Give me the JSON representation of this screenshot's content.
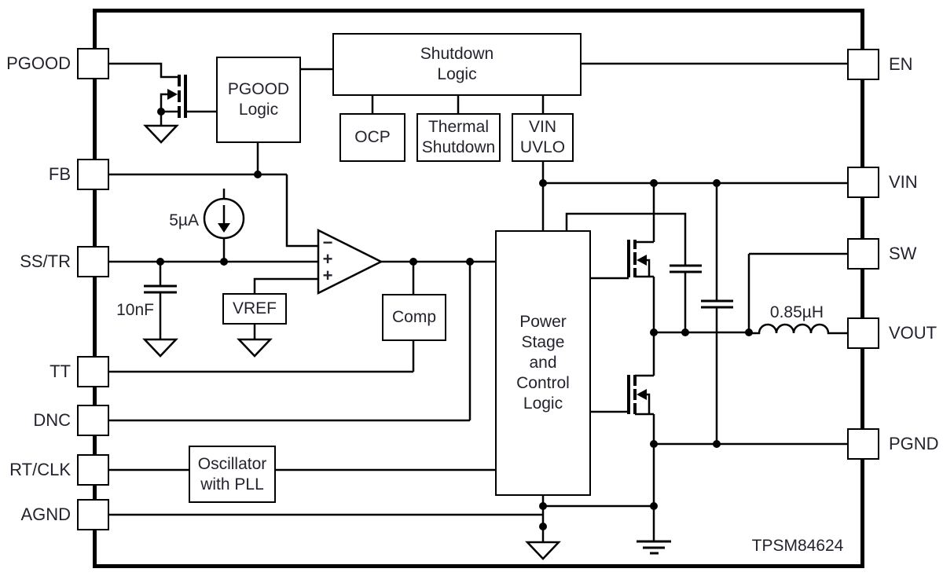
{
  "part_number": "TPSM84624",
  "colors": {
    "line": "#000000",
    "text": "#23232e",
    "background": "#ffffff"
  },
  "pins": {
    "left": [
      {
        "label": "PGOOD"
      },
      {
        "label": "FB"
      },
      {
        "label": "SS/TR"
      },
      {
        "label": "TT"
      },
      {
        "label": "DNC"
      },
      {
        "label": "RT/CLK"
      },
      {
        "label": "AGND"
      }
    ],
    "right": [
      {
        "label": "EN"
      },
      {
        "label": "VIN"
      },
      {
        "label": "SW"
      },
      {
        "label": "VOUT"
      },
      {
        "label": "PGND"
      }
    ]
  },
  "blocks": {
    "shutdown_logic": "Shutdown\nLogic",
    "ocp": "OCP",
    "thermal_shutdown": "Thermal\nShutdown",
    "vin_uvlo": "VIN\nUVLO",
    "pgood_logic": "PGOOD\nLogic",
    "vref": "VREF",
    "comp": "Comp",
    "oscillator": "Oscillator\nwith PLL",
    "power_stage": "Power\nStage\nand\nControl\nLogic"
  },
  "components": {
    "current_source_value": "5µA",
    "soft_start_cap_value": "10nF",
    "inductor_value": "0.85µH"
  },
  "error_amplifier_inputs": [
    "−",
    "+",
    "+"
  ],
  "icons": {
    "pgood_mosfet": "nmos-with-body-diode",
    "high_side_mosfet": "nmos-with-body-diode",
    "low_side_mosfet": "nmos-with-body-diode",
    "current_source": "circle-with-down-arrow",
    "error_amplifier": "opamp-triangle",
    "signal_ground": "open-triangle-down",
    "earth_ground": "three-horizontal-bars",
    "capacitor": "parallel-plates",
    "inductor": "four-hump-coil"
  }
}
